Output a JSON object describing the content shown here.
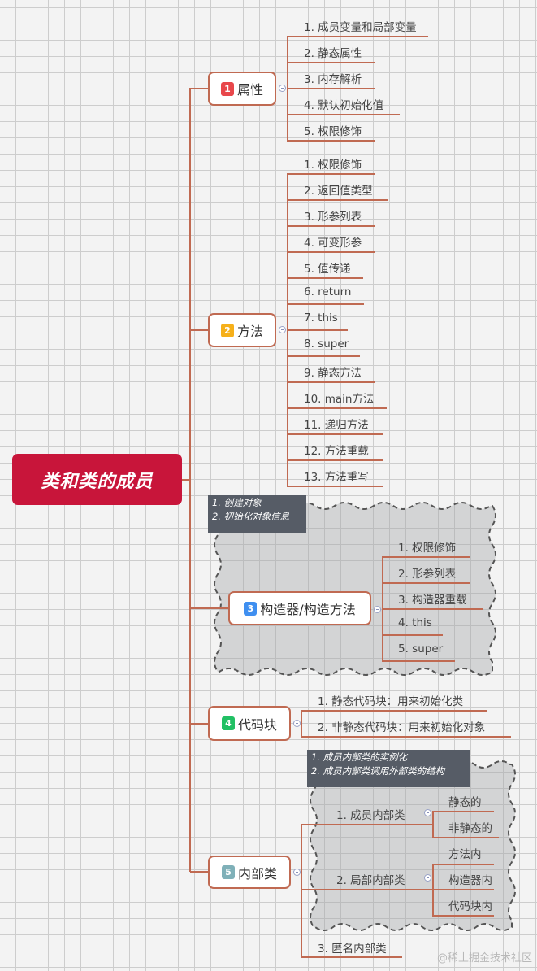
{
  "root": {
    "label": "类和类的成员",
    "color": "#c8153a"
  },
  "branches": [
    {
      "id": 1,
      "badge": "1",
      "label": "属性",
      "badge_color": "#e8474b",
      "children": [
        "1. 成员变量和局部变量",
        "2. 静态属性",
        "3. 内存解析",
        "4. 默认初始化值",
        "5. 权限修饰"
      ]
    },
    {
      "id": 2,
      "badge": "2",
      "label": "方法",
      "badge_color": "#f6b01a",
      "children": [
        "1. 权限修饰",
        "2. 返回值类型",
        "3. 形参列表",
        "4. 可变形参",
        "5. 值传递",
        "6. return",
        "7. this",
        "8. super",
        "9. 静态方法",
        "10. main方法",
        "11. 递归方法",
        "12. 方法重载",
        "13. 方法重写"
      ]
    },
    {
      "id": 3,
      "badge": "3",
      "label": "构造器/构造方法",
      "badge_color": "#3f8ff0",
      "note": [
        "1. 创建对象",
        "2. 初始化对象信息"
      ],
      "children": [
        "1. 权限修饰",
        "2. 形参列表",
        "3. 构造器重载",
        "4. this",
        "5. super"
      ]
    },
    {
      "id": 4,
      "badge": "4",
      "label": "代码块",
      "badge_color": "#21c064",
      "children": [
        "1. 静态代码块：用来初始化类",
        "2. 非静态代码块：用来初始化对象"
      ]
    },
    {
      "id": 5,
      "badge": "5",
      "label": "内部类",
      "badge_color": "#7fb0b8",
      "note": [
        "1. 成员内部类的实例化",
        "2. 成员内部类调用外部类的结构"
      ],
      "children": [
        {
          "label": "1. 成员内部类",
          "children": [
            "静态的",
            "非静态的"
          ]
        },
        {
          "label": "2. 局部内部类",
          "children": [
            "方法内",
            "构造器内",
            "代码块内"
          ]
        },
        {
          "label": "3. 匿名内部类"
        }
      ]
    }
  ],
  "colors": {
    "connector": "#c06a52",
    "note_bg": "#565c66",
    "grid_bg": "#f3f3f3",
    "grid_line": "#cdcdcd"
  },
  "watermark": "@稀土掘金技术社区"
}
